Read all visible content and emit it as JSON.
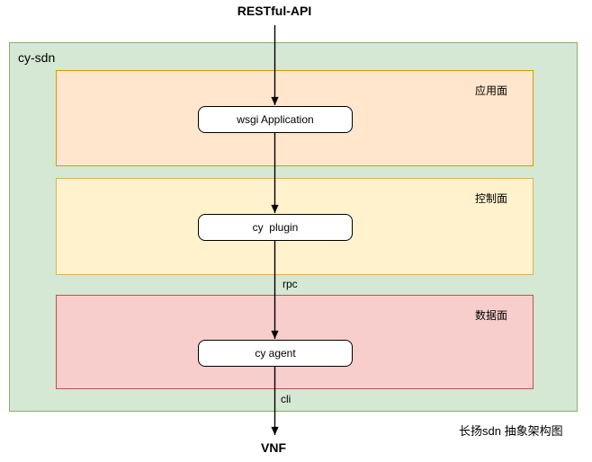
{
  "diagram": {
    "source_label": "RESTful-API",
    "container_label": "cy-sdn",
    "layers": [
      {
        "name": "应用面",
        "node_label": "wsgi Application",
        "fill": "#ffe6cc",
        "border": "#d79b00"
      },
      {
        "name": "控制面",
        "node_label": "cy  plugin",
        "fill": "#fff2cc",
        "border": "#d6b656"
      },
      {
        "name": "数据面",
        "node_label": "cy agent",
        "fill": "#f8cecc",
        "border": "#b85450"
      }
    ],
    "edge_labels": [
      "rpc",
      "cli"
    ],
    "sink_label": "VNF",
    "caption": "长扬sdn 抽象架构图",
    "colors": {
      "background": "#ffffff",
      "container_fill": "#d5e8d4",
      "container_border": "#82b366",
      "node_fill": "#ffffff",
      "node_border": "#000000",
      "arrow": "#000000"
    }
  }
}
